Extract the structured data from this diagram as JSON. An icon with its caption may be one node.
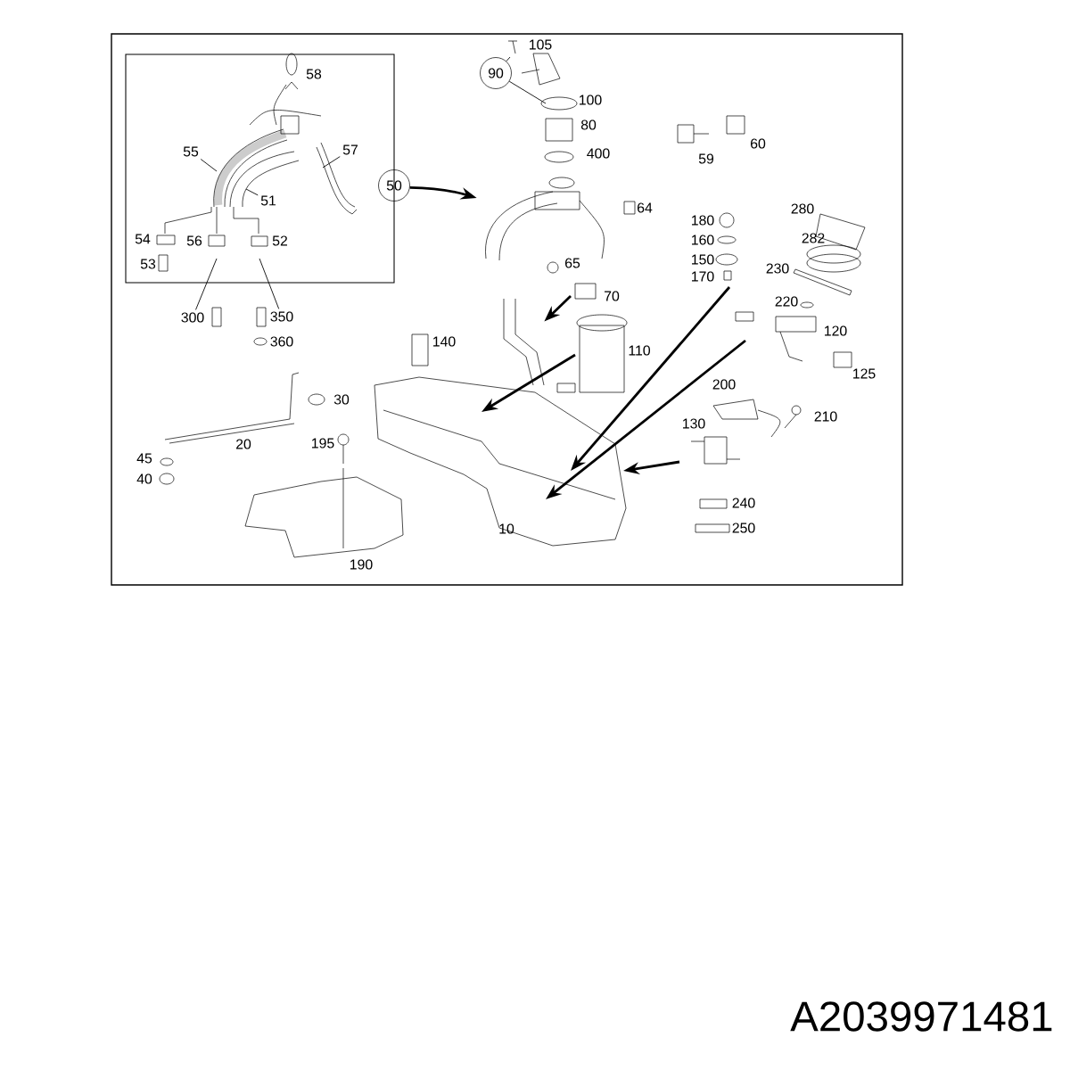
{
  "diagram": {
    "caption": "A2039971481",
    "nodes": [
      {
        "text": [
          "55"
        ]
      },
      {
        "text": [
          "57"
        ]
      },
      {
        "text": [
          "51"
        ]
      },
      {
        "text": [
          "50"
        ]
      },
      {
        "text": [
          "90"
        ]
      },
      {
        "text": [],
        "shape": "picture"
      },
      {
        "text": [],
        "shape": "picture"
      },
      {
        "text": [
          "300"
        ]
      },
      {
        "text": [
          "350"
        ]
      },
      {
        "text": [],
        "shape": "picture"
      }
    ],
    "edges": [
      {
        "from": 0,
        "to": null,
        "arrow": "none"
      },
      {
        "from": 1,
        "to": null,
        "arrow": "none"
      },
      {
        "from": 2,
        "to": null,
        "arrow": "none"
      },
      {
        "from": 3,
        "to": 5,
        "arrow": "to",
        "style": "thick"
      },
      {
        "from": 4,
        "to": null,
        "arrow": "none"
      },
      {
        "from": 4,
        "to": null,
        "arrow": "none"
      },
      {
        "from": 7,
        "to": null,
        "arrow": "none"
      },
      {
        "from": 8,
        "to": null,
        "arrow": "none"
      },
      {
        "from": null,
        "to": 6,
        "arrow": "to",
        "style": "thick"
      },
      {
        "from": null,
        "to": 6,
        "arrow": "to",
        "style": "thick"
      },
      {
        "from": null,
        "to": 6,
        "arrow": "to",
        "style": "thick"
      },
      {
        "from": null,
        "to": 6,
        "arrow": "to",
        "style": "thick"
      },
      {
        "from": null,
        "to": 9,
        "arrow": "to",
        "style": "thick"
      }
    ],
    "labels": [
      "105",
      "58",
      "100",
      "80",
      "400",
      "60",
      "59",
      "64",
      "180",
      "280",
      "160",
      "282",
      "54",
      "56",
      "52",
      "53",
      "150",
      "65",
      "230",
      "170",
      "70",
      "220",
      "140",
      "120",
      "360",
      "110",
      "125",
      "200",
      "30",
      "210",
      "130",
      "20",
      "195",
      "45",
      "40",
      "240",
      "10",
      "250",
      "190"
    ]
  }
}
